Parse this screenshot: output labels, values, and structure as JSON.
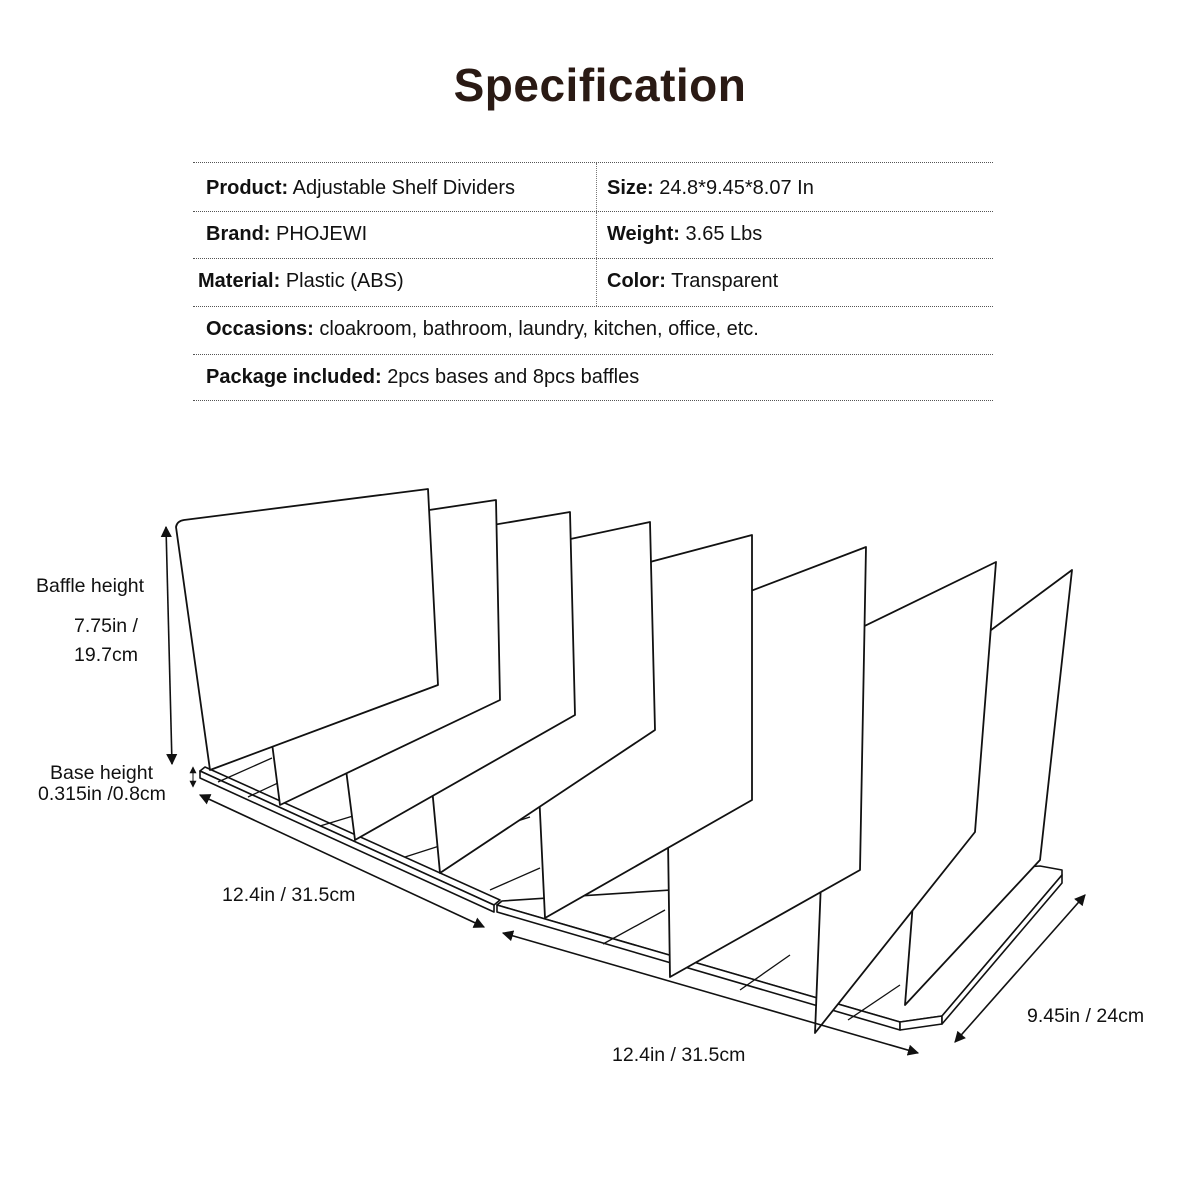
{
  "title": "Specification",
  "spec": {
    "product_label": "Product:",
    "product_value": "Adjustable Shelf Dividers",
    "size_label": "Size:",
    "size_value": "24.8*9.45*8.07 In",
    "brand_label": "Brand:",
    "brand_value": "PHOJEWI",
    "weight_label": "Weight:",
    "weight_value": "3.65 Lbs",
    "material_label": "Material:",
    "material_value": "Plastic (ABS)",
    "color_label": "Color:",
    "color_value": "Transparent",
    "occasions_label": "Occasions:",
    "occasions_value": "cloakroom, bathroom, laundry, kitchen, office, etc.",
    "package_label": "Package included:",
    "package_value": "2pcs bases and 8pcs baffles"
  },
  "dimensions": {
    "baffle_height_label": "Baffle height",
    "baffle_height_in": "7.75in /",
    "baffle_height_cm": "19.7cm",
    "base_height_label": "Base height",
    "base_height_value": "0.315in /0.8cm",
    "base_length_1": "12.4in / 31.5cm",
    "base_length_2": "12.4in / 31.5cm",
    "depth": "9.45in / 24cm"
  }
}
